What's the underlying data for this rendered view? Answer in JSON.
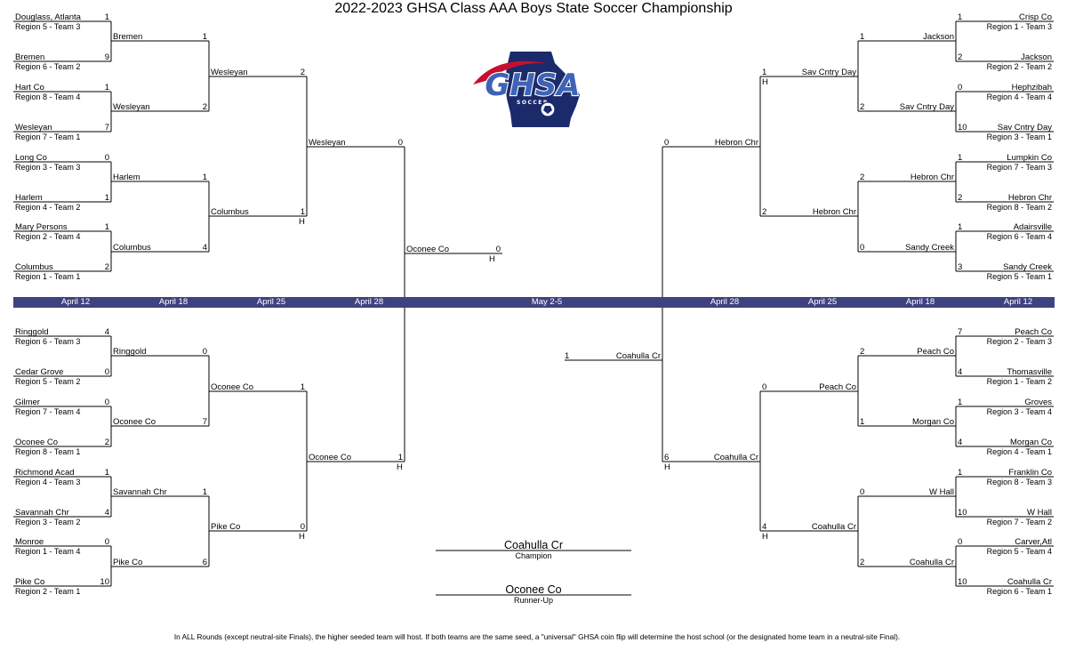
{
  "title": "2022-2023 GHSA Class AAA Boys State Soccer Championship",
  "logo_text": "GHSA",
  "logo_subtext": "SOCCER",
  "colors": {
    "bar": "#3f4280",
    "logo_navy": "#1b2a6b",
    "logo_red": "#c8102e"
  },
  "rounds": [
    "April 12",
    "April 18",
    "April 25",
    "April 28",
    "May 2-5",
    "April 28",
    "April 25",
    "April 18",
    "April 12"
  ],
  "host_mark": "H",
  "left_top": {
    "r1": [
      {
        "name": "Douglass, Atlanta",
        "seed": "Region 5 - Team 3",
        "score": "1"
      },
      {
        "name": "Bremen",
        "seed": "Region 6 - Team 2",
        "score": "9"
      },
      {
        "name": "Hart Co",
        "seed": "Region 8 - Team 4",
        "score": "1"
      },
      {
        "name": "Wesleyan",
        "seed": "Region 7 - Team 1",
        "score": "7"
      },
      {
        "name": "Long Co",
        "seed": "Region 3 - Team 3",
        "score": "0"
      },
      {
        "name": "Harlem",
        "seed": "Region 4 - Team 2",
        "score": "1"
      },
      {
        "name": "Mary Persons",
        "seed": "Region 2 - Team 4",
        "score": "1"
      },
      {
        "name": "Columbus",
        "seed": "Region 1 - Team 1",
        "score": "2"
      }
    ],
    "r2": [
      {
        "name": "Bremen",
        "score": "1"
      },
      {
        "name": "Wesleyan",
        "score": "2"
      },
      {
        "name": "Harlem",
        "score": "1"
      },
      {
        "name": "Columbus",
        "score": "4"
      }
    ],
    "r3": [
      {
        "name": "Wesleyan",
        "score": "2"
      },
      {
        "name": "Columbus",
        "score": "1"
      }
    ],
    "r4": {
      "name": "Wesleyan",
      "score": "0"
    }
  },
  "left_bottom": {
    "r1": [
      {
        "name": "Ringgold",
        "seed": "Region 6 - Team 3",
        "score": "4"
      },
      {
        "name": "Cedar Grove",
        "seed": "Region 5 - Team 2",
        "score": "0"
      },
      {
        "name": "Gilmer",
        "seed": "Region 7 - Team 4",
        "score": "0"
      },
      {
        "name": "Oconee Co",
        "seed": "Region 8 - Team 1",
        "score": "2"
      },
      {
        "name": "Richmond Acad",
        "seed": "Region 4 - Team 3",
        "score": "1"
      },
      {
        "name": "Savannah Chr",
        "seed": "Region 3 - Team 2",
        "score": "4"
      },
      {
        "name": "Monroe",
        "seed": "Region 1 - Team 4",
        "score": "0"
      },
      {
        "name": "Pike Co",
        "seed": "Region 2 - Team 1",
        "score": "10"
      }
    ],
    "r2": [
      {
        "name": "Ringgold",
        "score": "0"
      },
      {
        "name": "Oconee Co",
        "score": "7"
      },
      {
        "name": "Savannah Chr",
        "score": "1"
      },
      {
        "name": "Pike Co",
        "score": "6"
      }
    ],
    "r3": [
      {
        "name": "Oconee Co",
        "score": "1"
      },
      {
        "name": "Pike Co",
        "score": "0"
      }
    ],
    "r4": {
      "name": "Oconee Co",
      "score": "1"
    }
  },
  "right_top": {
    "r1": [
      {
        "name": "Crisp Co",
        "seed": "Region 1 - Team 3",
        "score": "1"
      },
      {
        "name": "Jackson",
        "seed": "Region 2 - Team 2",
        "score": "2"
      },
      {
        "name": "Hephzibah",
        "seed": "Region 4 - Team 4",
        "score": "0"
      },
      {
        "name": "Sav Cntry Day",
        "seed": "Region 3 - Team 1",
        "score": "10"
      },
      {
        "name": "Lumpkin Co",
        "seed": "Region 7 - Team 3",
        "score": "1"
      },
      {
        "name": "Hebron Chr",
        "seed": "Region 8 - Team 2",
        "score": "2"
      },
      {
        "name": "Adairsville",
        "seed": "Region 6 - Team 4",
        "score": "1"
      },
      {
        "name": "Sandy Creek",
        "seed": "Region 5 - Team 1",
        "score": "3"
      }
    ],
    "r2": [
      {
        "name": "Jackson",
        "score": "1"
      },
      {
        "name": "Sav Cntry Day",
        "score": "2"
      },
      {
        "name": "Hebron Chr",
        "score": "2"
      },
      {
        "name": "Sandy Creek",
        "score": "0"
      }
    ],
    "r3": [
      {
        "name": "Sav Cntry Day",
        "score": "1"
      },
      {
        "name": "Hebron Chr",
        "score": "2"
      }
    ],
    "r4": {
      "name": "Hebron Chr",
      "score": "0"
    }
  },
  "right_bottom": {
    "r1": [
      {
        "name": "Peach Co",
        "seed": "Region 2 - Team 3",
        "score": "7"
      },
      {
        "name": "Thomasville",
        "seed": "Region 1 - Team 2",
        "score": "4"
      },
      {
        "name": "Groves",
        "seed": "Region 3 - Team 4",
        "score": "1"
      },
      {
        "name": "Morgan Co",
        "seed": "Region 4 - Team 1",
        "score": "4"
      },
      {
        "name": "Franklin Co",
        "seed": "Region 8 - Team 3",
        "score": "1"
      },
      {
        "name": "W Hall",
        "seed": "Region 7 - Team 2",
        "score": "10"
      },
      {
        "name": "Carver,Atl",
        "seed": "Region 5 - Team 4",
        "score": "0"
      },
      {
        "name": "Coahulla Cr",
        "seed": "Region 6 - Team 1",
        "score": "10"
      }
    ],
    "r2": [
      {
        "name": "Peach Co",
        "score": "2"
      },
      {
        "name": "Morgan Co",
        "score": "1"
      },
      {
        "name": "W Hall",
        "score": "0"
      },
      {
        "name": "Coahulla Cr",
        "score": "2"
      }
    ],
    "r3": [
      {
        "name": "Peach Co",
        "score": "0"
      },
      {
        "name": "Coahulla Cr",
        "score": "4"
      }
    ],
    "r4": {
      "name": "Coahulla Cr",
      "score": "6"
    }
  },
  "finals": {
    "left": {
      "name": "Oconee Co",
      "score": "0"
    },
    "right": {
      "name": "Coahulla Cr",
      "score": "1"
    }
  },
  "champion": {
    "name": "Coahulla Cr",
    "label": "Champion"
  },
  "runner_up": {
    "name": "Oconee Co",
    "label": "Runner-Up"
  },
  "footnote": "In ALL Rounds (except neutral-site Finals), the higher seeded team will host. If both teams are the same seed, a \"universal\" GHSA coin flip will determine the host school (or the designated home team in a neutral-site Final)."
}
